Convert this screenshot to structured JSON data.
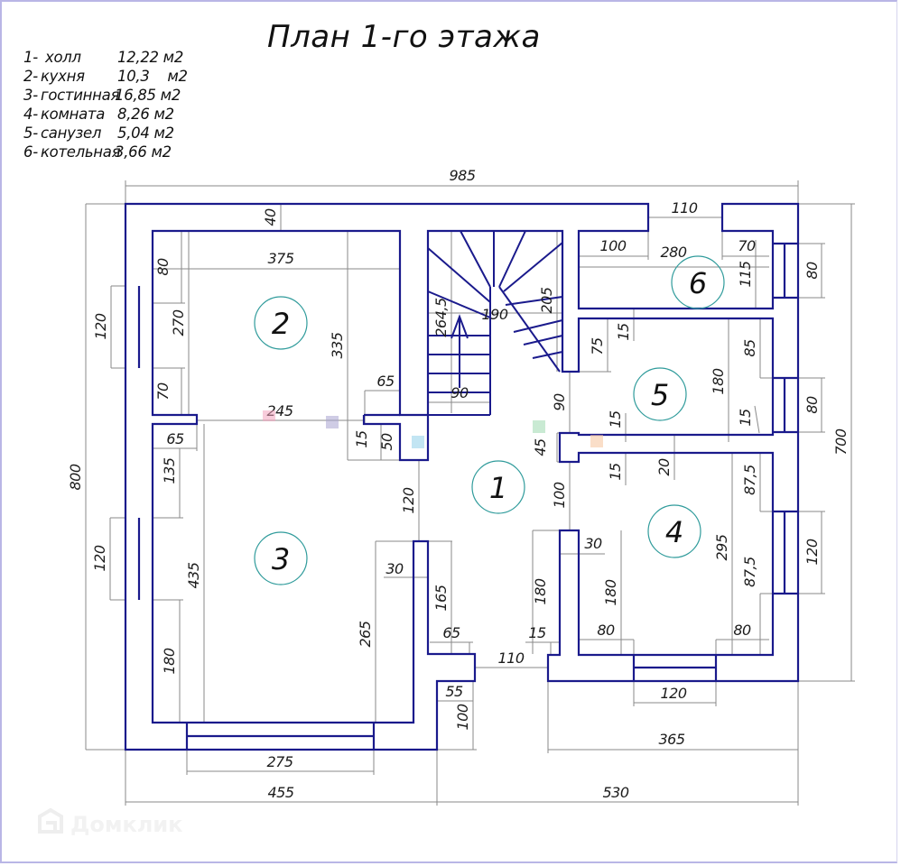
{
  "title": "План 1-го этажа",
  "legend": [
    {
      "num": "1-",
      "name": "холл",
      "area": "12,22 м2"
    },
    {
      "num": "2-",
      "name": "кухня",
      "area": "10,3    м2"
    },
    {
      "num": "3-",
      "name": "гостинная",
      "area": "16,85 м2"
    },
    {
      "num": "4-",
      "name": "комната",
      "area": "8,26 м2"
    },
    {
      "num": "5-",
      "name": "санузел",
      "area": "5,04 м2"
    },
    {
      "num": "6-",
      "name": "котельная",
      "area": "3,66 м2"
    }
  ],
  "rooms": {
    "r1": "1",
    "r2": "2",
    "r3": "3",
    "r4": "4",
    "r5": "5",
    "r6": "6"
  },
  "dims": {
    "overall_width": "985",
    "overall_height_left": "800",
    "overall_height_right": "700",
    "bottom_left": "455",
    "bottom_right": "530",
    "bottom_right_inner": "365",
    "window_bottom_left": "275",
    "window_bottom_right": "120",
    "top_wall": "40",
    "top_opening": "110",
    "r6_left": "100",
    "r6_width": "280",
    "r6_right": "70",
    "r6_height": "115",
    "r6_window": "80",
    "r2_width": "375",
    "r2_top": "80",
    "r2_window": "120",
    "r2_mid": "270",
    "r2_low": "70",
    "r2_height": "335",
    "r2_stub": "65",
    "r2_r3_gap": "245",
    "r3_stub": "65",
    "r3_top": "135",
    "r3_window": "120",
    "r3_height": "435",
    "r3_bottom": "180",
    "r3_pier": "30",
    "r3_right": "265",
    "wall15": "15",
    "wall50": "50",
    "hall_opening": "120",
    "stair_width": "190",
    "stair_flight": "264,5",
    "stair_upper": "205",
    "stair_step": "90",
    "r5_top_gap": "75",
    "r5_wall": "15",
    "r5_left_gap": "90",
    "r5_right_top": "85",
    "r5_height": "180",
    "r5_window": "80",
    "r5_bottom": "15",
    "r5_lower": "15",
    "pier45": "45",
    "pier15": "15",
    "partition20": "20",
    "r4_gap": "100",
    "r4_pier": "30",
    "r4_left": "180",
    "r4_height": "295",
    "r4_top_right": "87,5",
    "r4_window": "120",
    "r4_bottom_right": "87,5",
    "r4_bl": "80",
    "r4_br": "80",
    "hall_pier": "165",
    "hall_step": "65",
    "hall_left": "180",
    "hall_left15": "15",
    "entrance": "110",
    "porch": "55",
    "porch_depth": "100"
  },
  "watermark": "Домклик",
  "colors": {
    "walls": "#1a1a8c",
    "dimension_lines": "#8a8a8a",
    "room_circles": "#2f9b9b",
    "text": "#111111"
  }
}
